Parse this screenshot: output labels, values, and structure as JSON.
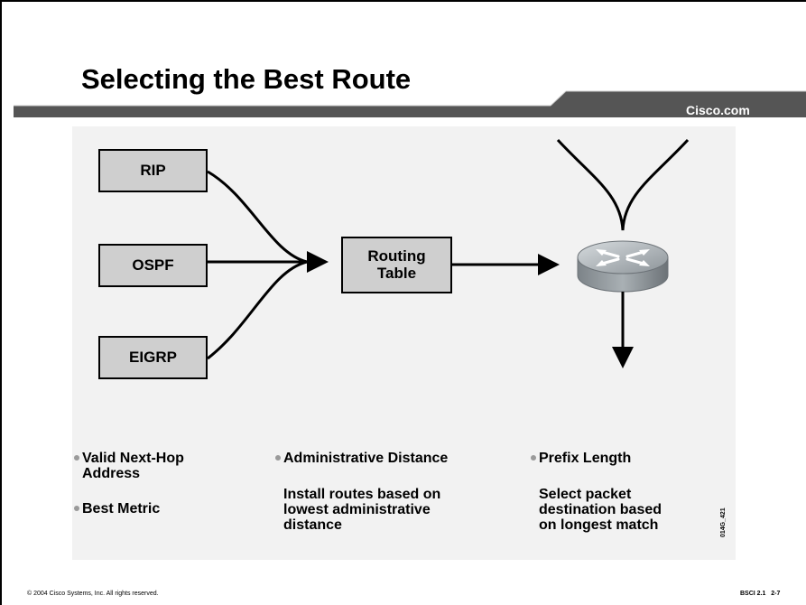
{
  "slide": {
    "title": "Selecting the Best Route",
    "brand": "Cisco.com",
    "colors": {
      "banner": "#555555",
      "box_fill": "#cfcfcf",
      "panel": "#f2f2f2",
      "router": "#8f9599"
    }
  },
  "diagram": {
    "protocols": [
      "RIP",
      "OSPF",
      "EIGRP"
    ],
    "routing_table": "Routing\nTable",
    "router_icon": "router-icon"
  },
  "criteria": {
    "left": {
      "items": [
        "Valid Next-Hop",
        "Address",
        "Best Metric"
      ]
    },
    "middle": {
      "heading": "Administrative Distance",
      "description": [
        "Install routes based on",
        "lowest administrative",
        "distance"
      ]
    },
    "right": {
      "heading": "Prefix Length",
      "description": [
        "Select packet",
        "destination based",
        "on longest match"
      ]
    }
  },
  "footer": {
    "copyright": "© 2004 Cisco Systems, Inc. All rights reserved.",
    "course": "BSCI 2.1   2-7",
    "figure_code": "014G_421"
  }
}
